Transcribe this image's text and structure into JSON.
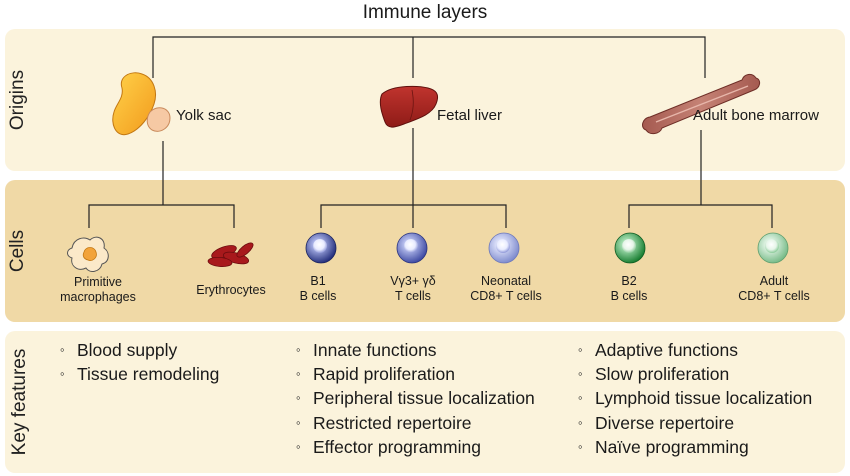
{
  "title": "Immune layers",
  "rows": {
    "origins": "Origins",
    "cells": "Cells",
    "features": "Key features"
  },
  "origins": [
    {
      "label": "Yolk sac",
      "icon": "yolk-sac-icon"
    },
    {
      "label": "Fetal liver",
      "icon": "liver-icon"
    },
    {
      "label": "Adult bone marrow",
      "icon": "bone-icon"
    }
  ],
  "cells": [
    {
      "line1": "Primitive",
      "line2": "macrophages",
      "icon": "macrophage-icon",
      "color": "#f2a33a"
    },
    {
      "line1": "Erythrocytes",
      "line2": "",
      "icon": "erythrocyte-icon",
      "color": "#a8191c"
    },
    {
      "line1": "B1",
      "line2": "B cells",
      "icon": "lymphocyte-icon",
      "color": "#2f3b8f"
    },
    {
      "line1": "Vγ3+ γδ",
      "line2": "T cells",
      "icon": "lymphocyte-icon",
      "color": "#4a56b0"
    },
    {
      "line1": "Neonatal",
      "line2": "CD8+ T cells",
      "icon": "lymphocyte-icon",
      "color": "#8a96d6"
    },
    {
      "line1": "B2",
      "line2": "B cells",
      "icon": "lymphocyte-icon",
      "color": "#1f8f3a"
    },
    {
      "line1": "Adult",
      "line2": "CD8+ T cells",
      "icon": "lymphocyte-icon",
      "color": "#7fc48e"
    }
  ],
  "features": {
    "yolk_sac": [
      "Blood supply",
      "Tissue remodeling"
    ],
    "fetal": [
      "Innate functions",
      "Rapid proliferation",
      "Peripheral tissue localization",
      "Restricted repertoire",
      "Effector programming"
    ],
    "adult": [
      "Adaptive functions",
      "Slow proliferation",
      "Lymphoid tissue localization",
      "Diverse repertoire",
      "Naïve programming"
    ]
  },
  "colors": {
    "origins_band": "#fbf3dc",
    "cells_band": "#f0d9a6",
    "features_band": "#fbf3dc",
    "connector": "#222222"
  }
}
